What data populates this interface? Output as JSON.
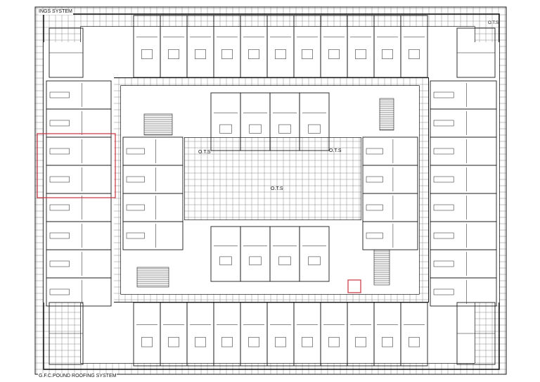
{
  "drawing": {
    "sheet_label_top": "INGS SYSTEM",
    "sheet_label_bottom": "G.F.C.POUND ROOFING SYSTEM",
    "shaft_labels": [
      "O.T.S",
      "O.T.S",
      "O.T.S",
      "O.T.S"
    ],
    "colors": {
      "linework": "#1a1a1a",
      "grid": "#8a8a8a",
      "highlight": "#c8323c",
      "background": "#ffffff"
    }
  }
}
